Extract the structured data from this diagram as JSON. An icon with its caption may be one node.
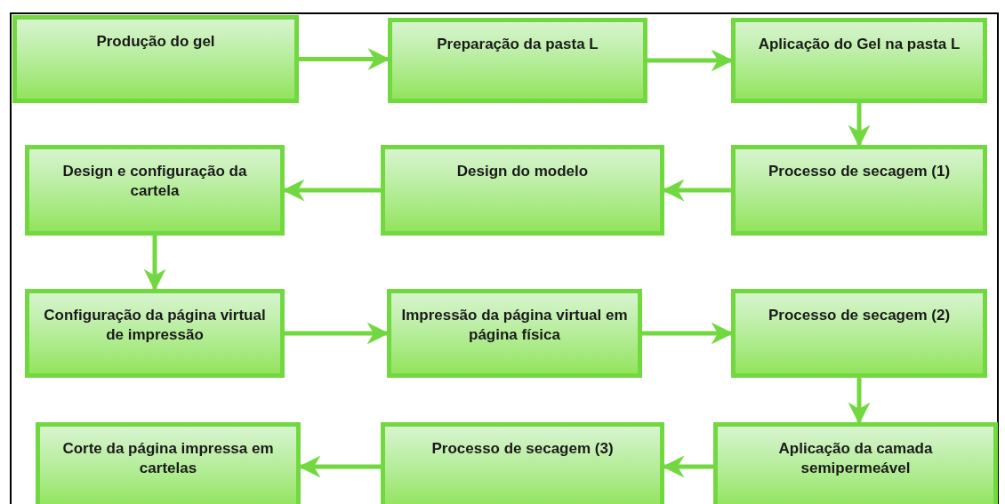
{
  "diagram": {
    "nodes": [
      {
        "text": [
          "Produção do gel"
        ]
      },
      {
        "text": [
          "Preparação da pasta L"
        ]
      },
      {
        "text": [
          "Aplicação do Gel na pasta L"
        ]
      },
      {
        "text": [
          "Processo de secagem (1)"
        ]
      },
      {
        "text": [
          "Design do modelo"
        ]
      },
      {
        "text": [
          "Design e configuração da cartela"
        ]
      },
      {
        "text": [
          "Configuração da página virtual de impressão"
        ]
      },
      {
        "text": [
          "Impressão da página virtual em página física"
        ]
      },
      {
        "text": [
          "Processo de secagem (2)"
        ]
      },
      {
        "text": [
          "Aplicação da camada semipermeável"
        ]
      },
      {
        "text": [
          "Processo de secagem (3)"
        ]
      },
      {
        "text": [
          "Corte da página impressa em cartelas"
        ]
      }
    ],
    "edges": [
      {
        "from": 0,
        "to": 1,
        "arrow": "to"
      },
      {
        "from": 1,
        "to": 2,
        "arrow": "to"
      },
      {
        "from": 2,
        "to": 3,
        "arrow": "to"
      },
      {
        "from": 3,
        "to": 4,
        "arrow": "to"
      },
      {
        "from": 4,
        "to": 5,
        "arrow": "to"
      },
      {
        "from": 5,
        "to": 6,
        "arrow": "to"
      },
      {
        "from": 6,
        "to": 7,
        "arrow": "to"
      },
      {
        "from": 7,
        "to": 8,
        "arrow": "to"
      },
      {
        "from": 8,
        "to": 9,
        "arrow": "to"
      },
      {
        "from": 9,
        "to": 10,
        "arrow": "to"
      },
      {
        "from": 10,
        "to": 11,
        "arrow": "to"
      }
    ]
  }
}
